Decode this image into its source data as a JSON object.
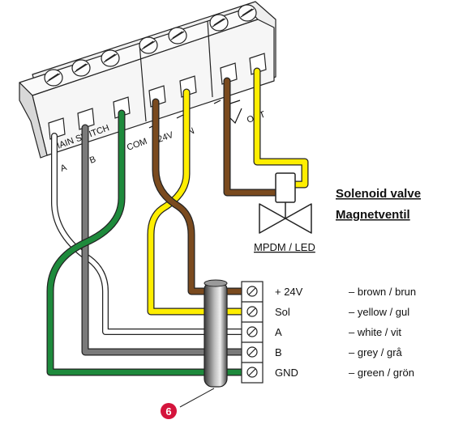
{
  "terminal_block": {
    "labels": [
      "MAIN SWITCH",
      "A",
      "B",
      "COM",
      "24V",
      "IN",
      "OUT"
    ]
  },
  "valve": {
    "title_en": "Solenoid valve",
    "title_sv": "Magnetventil"
  },
  "connector": {
    "title": "MPDM / LED",
    "rows": [
      {
        "pin": "+ 24V",
        "desc": "– brown / brun"
      },
      {
        "pin": "Sol",
        "desc": "– yellow / gul"
      },
      {
        "pin": "A",
        "desc": "– white / vit"
      },
      {
        "pin": "B",
        "desc": "– grey / grå"
      },
      {
        "pin": "GND",
        "desc": "– green / grön"
      }
    ],
    "callout": "6"
  },
  "colors": {
    "brown": "#7a4a1e",
    "yellow": "#ffee00",
    "white": "#ffffff",
    "grey": "#7a7a7a",
    "green": "#1e8a3c",
    "callout": "#d4143c"
  }
}
